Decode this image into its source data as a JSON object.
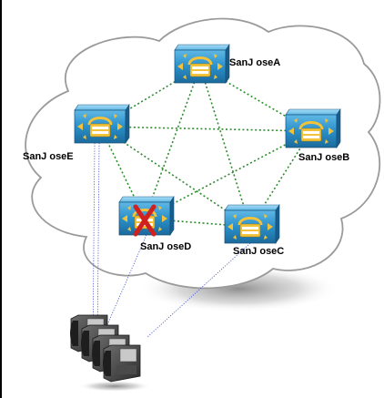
{
  "colors": {
    "cloud_fill": "#ffffff",
    "cloud_stroke": "#9a9a9a",
    "mesh_link": "#2e8b2e",
    "phone_link": "#3b4fd0",
    "server_face": "#2a8fc9",
    "server_accent": "#f2c23a",
    "failure_mark": "#d02020",
    "left_border": "#000000"
  },
  "nodes": [
    {
      "id": "A",
      "label": "SanJ oseA",
      "status": "active",
      "icon": "call-manager-server-icon"
    },
    {
      "id": "B",
      "label": "SanJ oseB",
      "status": "active",
      "icon": "call-manager-server-icon"
    },
    {
      "id": "C",
      "label": "SanJ oseC",
      "status": "active",
      "icon": "call-manager-server-icon"
    },
    {
      "id": "D",
      "label": "SanJ oseD",
      "status": "failed",
      "icon": "call-manager-server-icon"
    },
    {
      "id": "E",
      "label": "SanJ oseE",
      "status": "active",
      "icon": "call-manager-server-icon"
    }
  ],
  "mesh_links": [
    [
      "A",
      "B"
    ],
    [
      "A",
      "C"
    ],
    [
      "A",
      "D"
    ],
    [
      "A",
      "E"
    ],
    [
      "B",
      "C"
    ],
    [
      "B",
      "D"
    ],
    [
      "B",
      "E"
    ],
    [
      "C",
      "D"
    ],
    [
      "C",
      "E"
    ],
    [
      "D",
      "E"
    ]
  ],
  "phones": {
    "icon": "ip-phone-group-icon",
    "count": 4
  },
  "phone_links": [
    [
      "E",
      "phones"
    ],
    [
      "D",
      "phones"
    ],
    [
      "C",
      "phones"
    ]
  ]
}
